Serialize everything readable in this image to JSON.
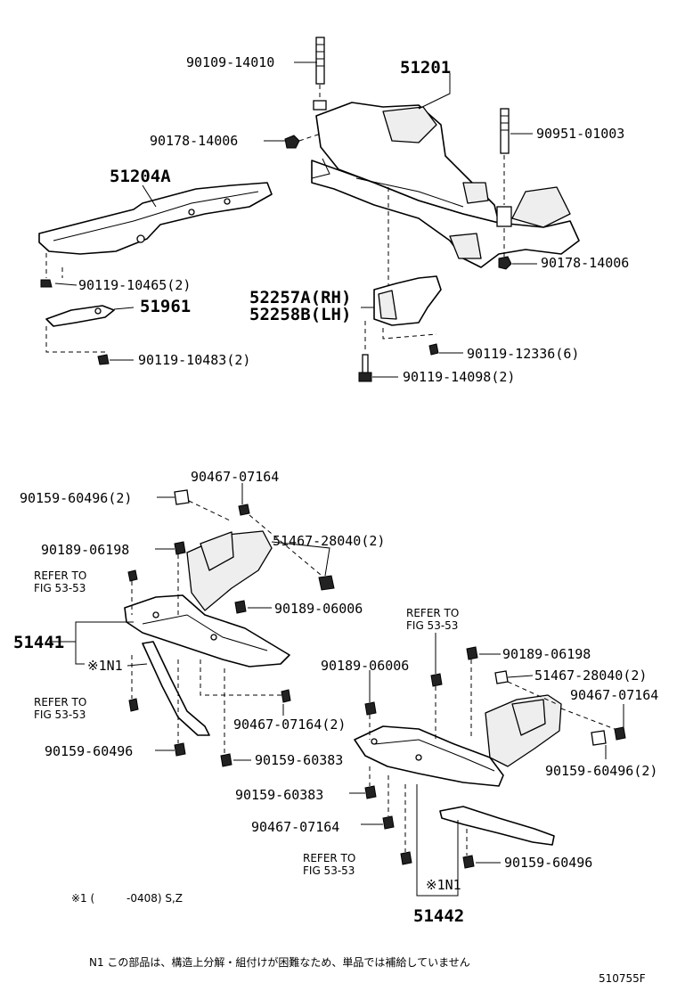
{
  "colors": {
    "ink": "#000000",
    "paper": "#ffffff"
  },
  "labels": {
    "p90109": "90109-14010",
    "p51201": "51201",
    "p90951": "90951-01003",
    "p90178a": "90178-14006",
    "p51204": "51204A",
    "p90178b": "90178-14006",
    "p90119_465": "90119-10465(2)",
    "p51961": "51961",
    "p52257": "52257A(RH)",
    "p52258": "52258B(LH)",
    "p90119_483": "90119-10483(2)",
    "p90119_336": "90119-12336(6)",
    "p90119_098": "90119-14098(2)",
    "p90467a": "90467-07164",
    "p90159a": "90159-60496(2)",
    "p90189a": "90189-06198",
    "p51467a": "51467-28040(2)",
    "refer1a": "REFER TO",
    "refer1b": "FIG 53-53",
    "p90189b": "90189-06006",
    "p51441": "51441",
    "note1a": "※1N1",
    "refer2a": "REFER TO",
    "refer2b": "FIG 53-53",
    "p90467b": "90467-07164(2)",
    "p90159b": "90159-60496",
    "p90159c": "90159-60383",
    "refer3a": "REFER TO",
    "refer3b": "FIG 53-53",
    "p90189c": "90189-06198",
    "p90189d": "90189-06006",
    "p51467b": "51467-28040(2)",
    "p90467c": "90467-07164",
    "p90159d": "90159-60496(2)",
    "p90159e": "90159-60383",
    "p90467d": "90467-07164",
    "refer4a": "REFER TO",
    "refer4b": "FIG 53-53",
    "p90159f": "90159-60496",
    "note1b": "※1N1",
    "p51442": "51442"
  },
  "footnotes": {
    "mark": "※1 (",
    "range": "-0408) S,Z",
    "n1": "N1 この部品は、構造上分解・組付けが困難なため、単品では補給していません",
    "figure_id": "510755F"
  }
}
